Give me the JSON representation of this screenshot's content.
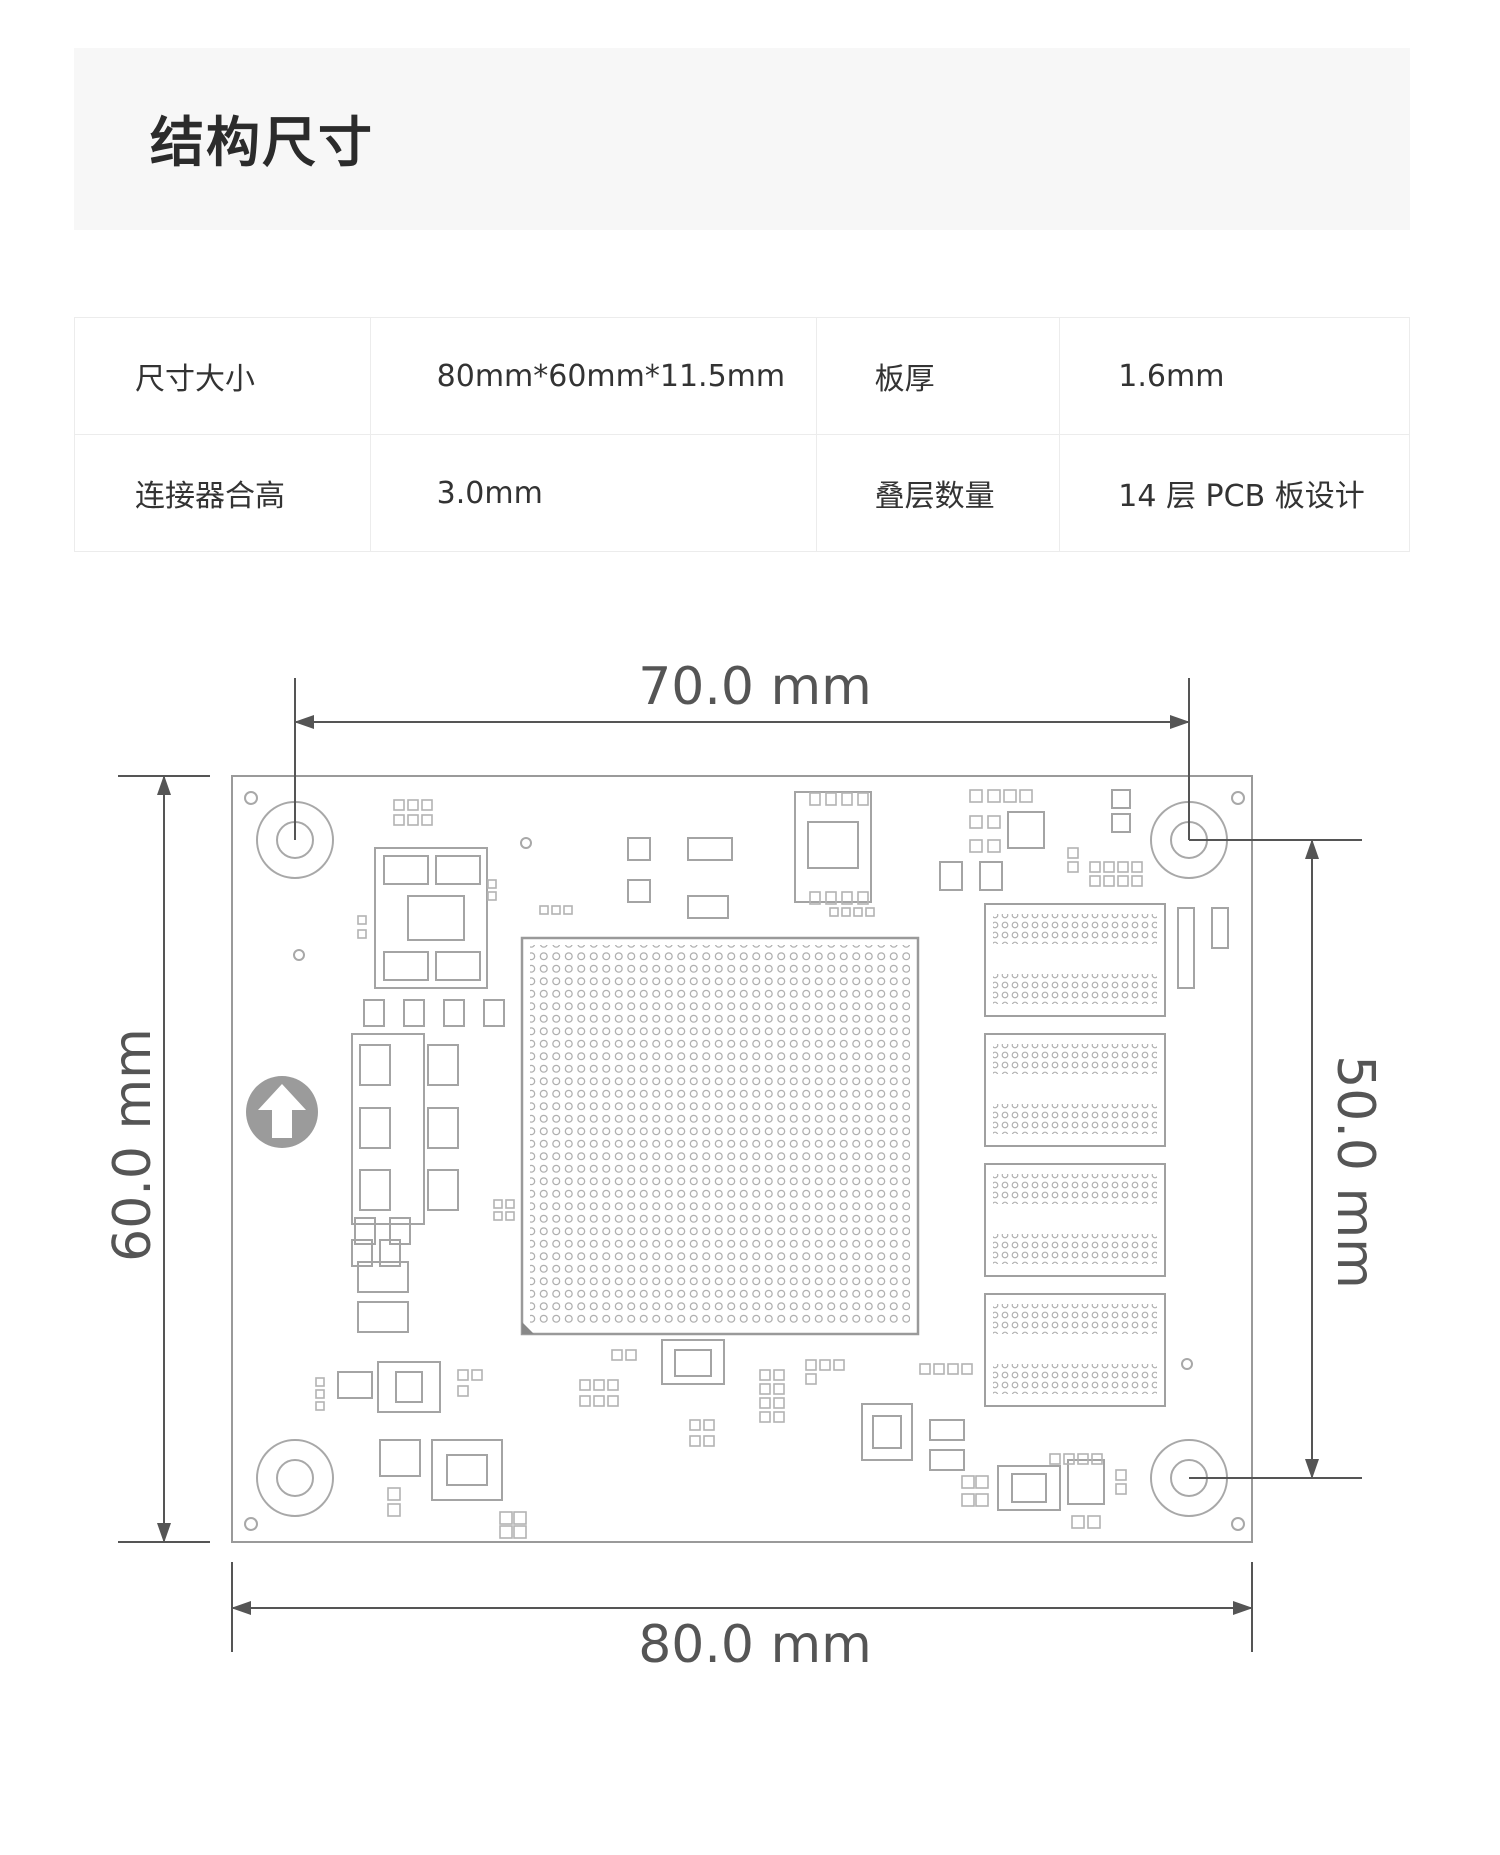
{
  "header": {
    "title": "结构尺寸"
  },
  "specs": [
    {
      "label": "尺寸大小",
      "value": "80mm*60mm*11.5mm",
      "label2": "板厚",
      "value2": "1.6mm"
    },
    {
      "label": "连接器合高",
      "value": "3.0mm",
      "label2": "叠层数量",
      "value2": "14 层 PCB 板设计"
    }
  ],
  "dimensions": {
    "top": "70.0 mm",
    "bottom": "80.0 mm",
    "left": "60.0 mm",
    "right": "50.0 mm"
  },
  "colors": {
    "line": "#555555",
    "board_outline": "#9a9a9a",
    "header_bg": "#f7f7f7"
  }
}
